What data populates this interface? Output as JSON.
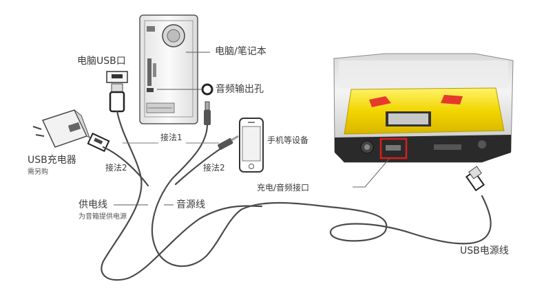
{
  "labels": {
    "computer": "电脑/笔记本",
    "computer_usb_port": "电脑USB口",
    "audio_out_jack": "音频输出孔",
    "phone_devices": "手机等设备",
    "usb_charger": "USB充电器",
    "usb_charger_note": "需另购",
    "method1": "接法1",
    "method2_left": "接法2",
    "method2_right": "接法2",
    "charge_audio_port": "充电/音频接口",
    "power_cable": "供电线",
    "power_cable_note": "为音箱提供电源",
    "audio_cable": "音源线",
    "usb_power_cable": "USB电源线"
  },
  "colors": {
    "car_yellow": "#f2d500",
    "highlight_red": "#d81e1e",
    "line_gray": "#555555"
  }
}
